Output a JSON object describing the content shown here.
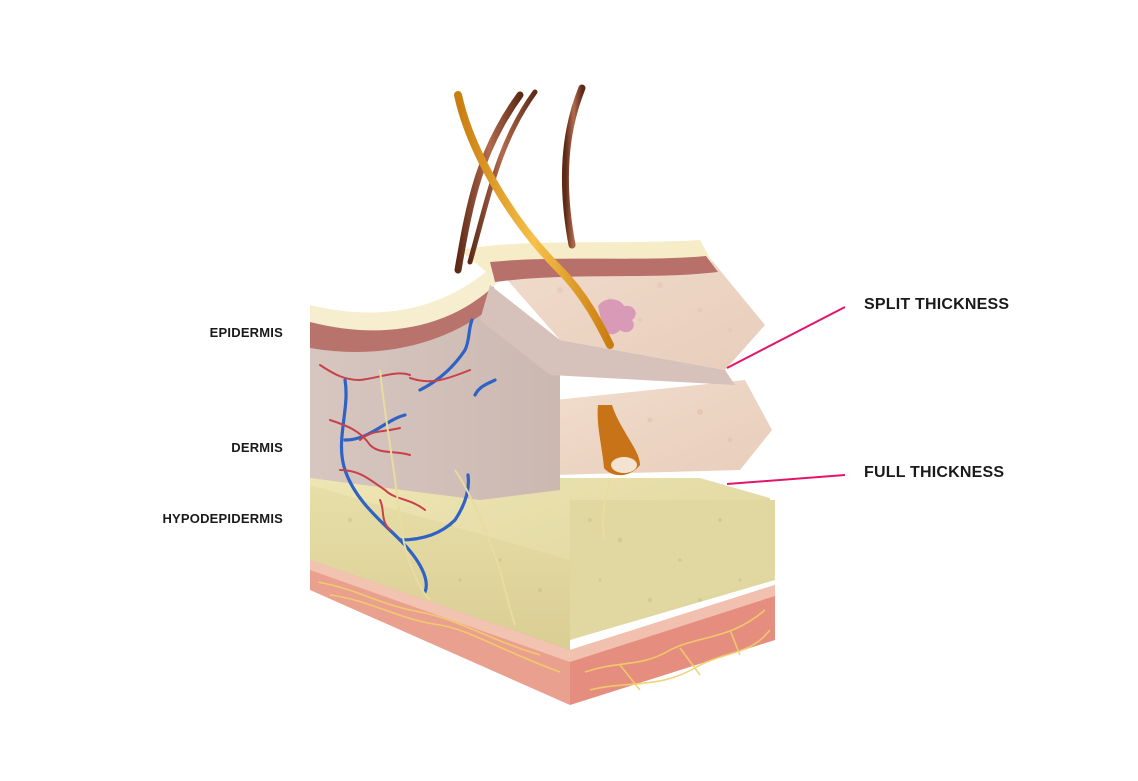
{
  "labels": {
    "epidermis": "EPIDERMIS",
    "dermis": "DERMIS",
    "hypodermis": "HYPODEPIDERMIS",
    "split_thickness": "SPLIT THICKNESS",
    "full_thickness": "FULL THICKNESS"
  },
  "colors": {
    "pointer": "#e2156b",
    "epidermis_surface": "#f6ecc8",
    "epidermis_band": "#b8706b",
    "dermis": "#e9d2c2",
    "dermis_front": "#cdb9b2",
    "hypodermis": "#e6dba4",
    "muscle": "#e58e7f",
    "hair_dark": "#7a3b24",
    "hair_golden": "#e8a21f",
    "artery": "#c8414a",
    "vein": "#2e62c4",
    "nerve": "#e8dca0"
  }
}
